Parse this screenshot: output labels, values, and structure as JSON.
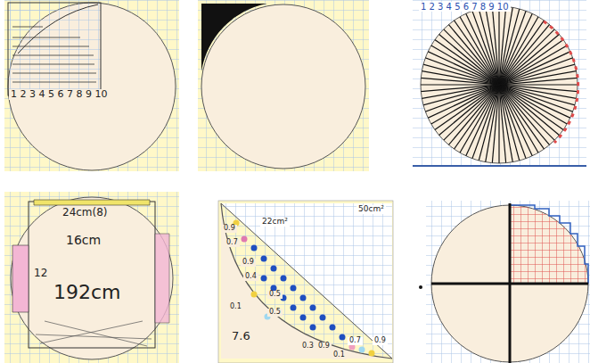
{
  "diagram": {
    "labels": [
      "1 2 3 4 5 6 7 8 9 10",
      "1 2 3 4 5 6 7 8 9 10",
      "24cm(8)",
      "16cm",
      "12",
      "192cm",
      "50cm²",
      "22cm²",
      "0.9",
      "0.7",
      "0.1",
      "0.9",
      "0.4",
      "0.5",
      "0.5",
      "0.3",
      "0.9",
      "0.1",
      "0.7",
      "0.9",
      "7.6"
    ]
  }
}
